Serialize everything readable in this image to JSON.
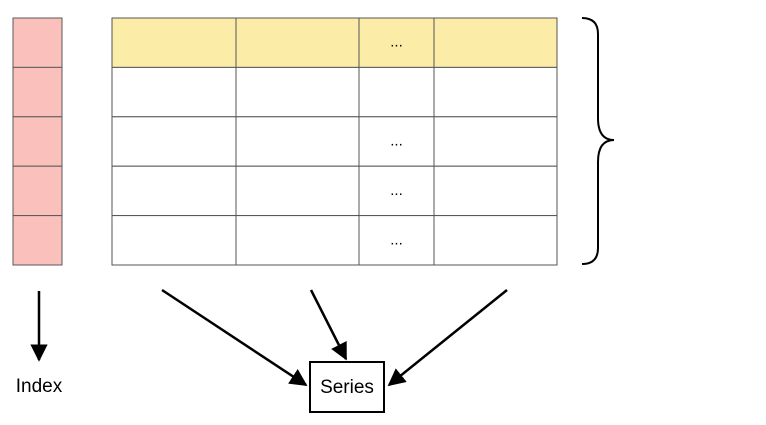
{
  "table": {
    "ellipsis": "...",
    "ellipsis_rows": [
      0,
      2,
      3,
      4
    ],
    "ellipsis_column": 2
  },
  "labels": {
    "index": "Index",
    "series": "Series"
  },
  "colors": {
    "index_fill": "#f9c0bc",
    "index_border": "#5a5a5a",
    "header_fill": "#fbeca8",
    "header_border": "#555555",
    "cell_fill": "#ffffff",
    "cell_border": "#555555",
    "line": "#000000"
  }
}
